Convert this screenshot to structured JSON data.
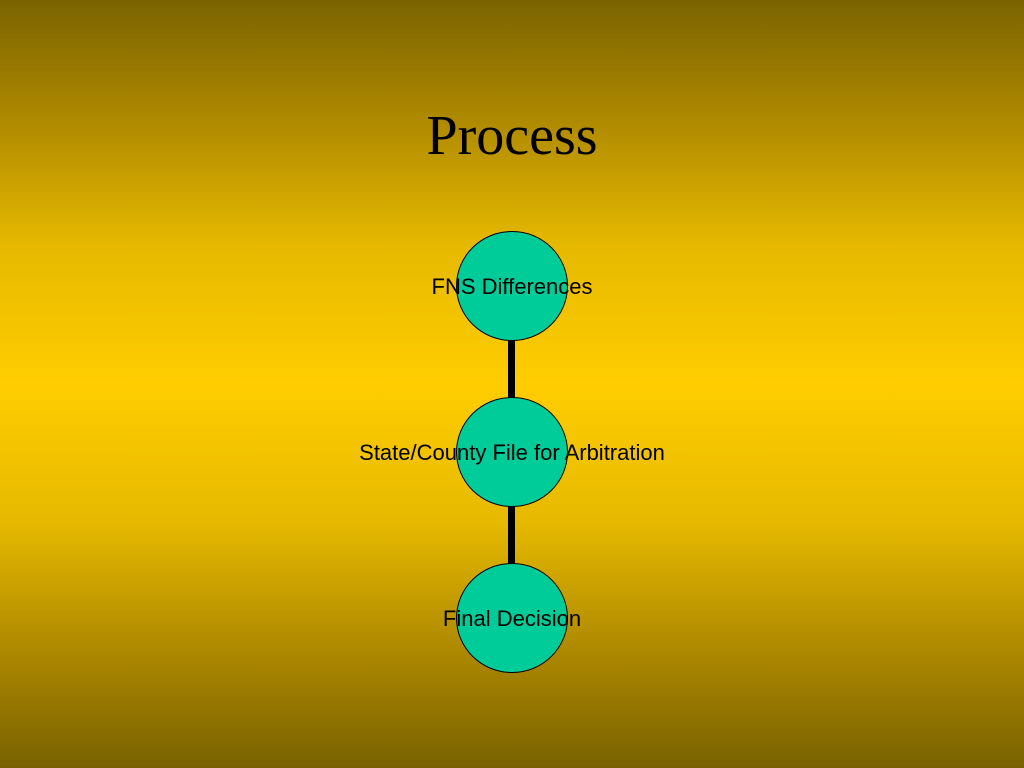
{
  "slide": {
    "title": "Process"
  },
  "diagram": {
    "nodes": [
      {
        "label": "FNS Differences"
      },
      {
        "label": "State/County File for Arbitration"
      },
      {
        "label": "Final Decision"
      }
    ]
  },
  "colors": {
    "node_fill": "#00cc99",
    "connector": "#000000",
    "background_center": "#ffcd00",
    "background_edge": "#7a6300"
  }
}
